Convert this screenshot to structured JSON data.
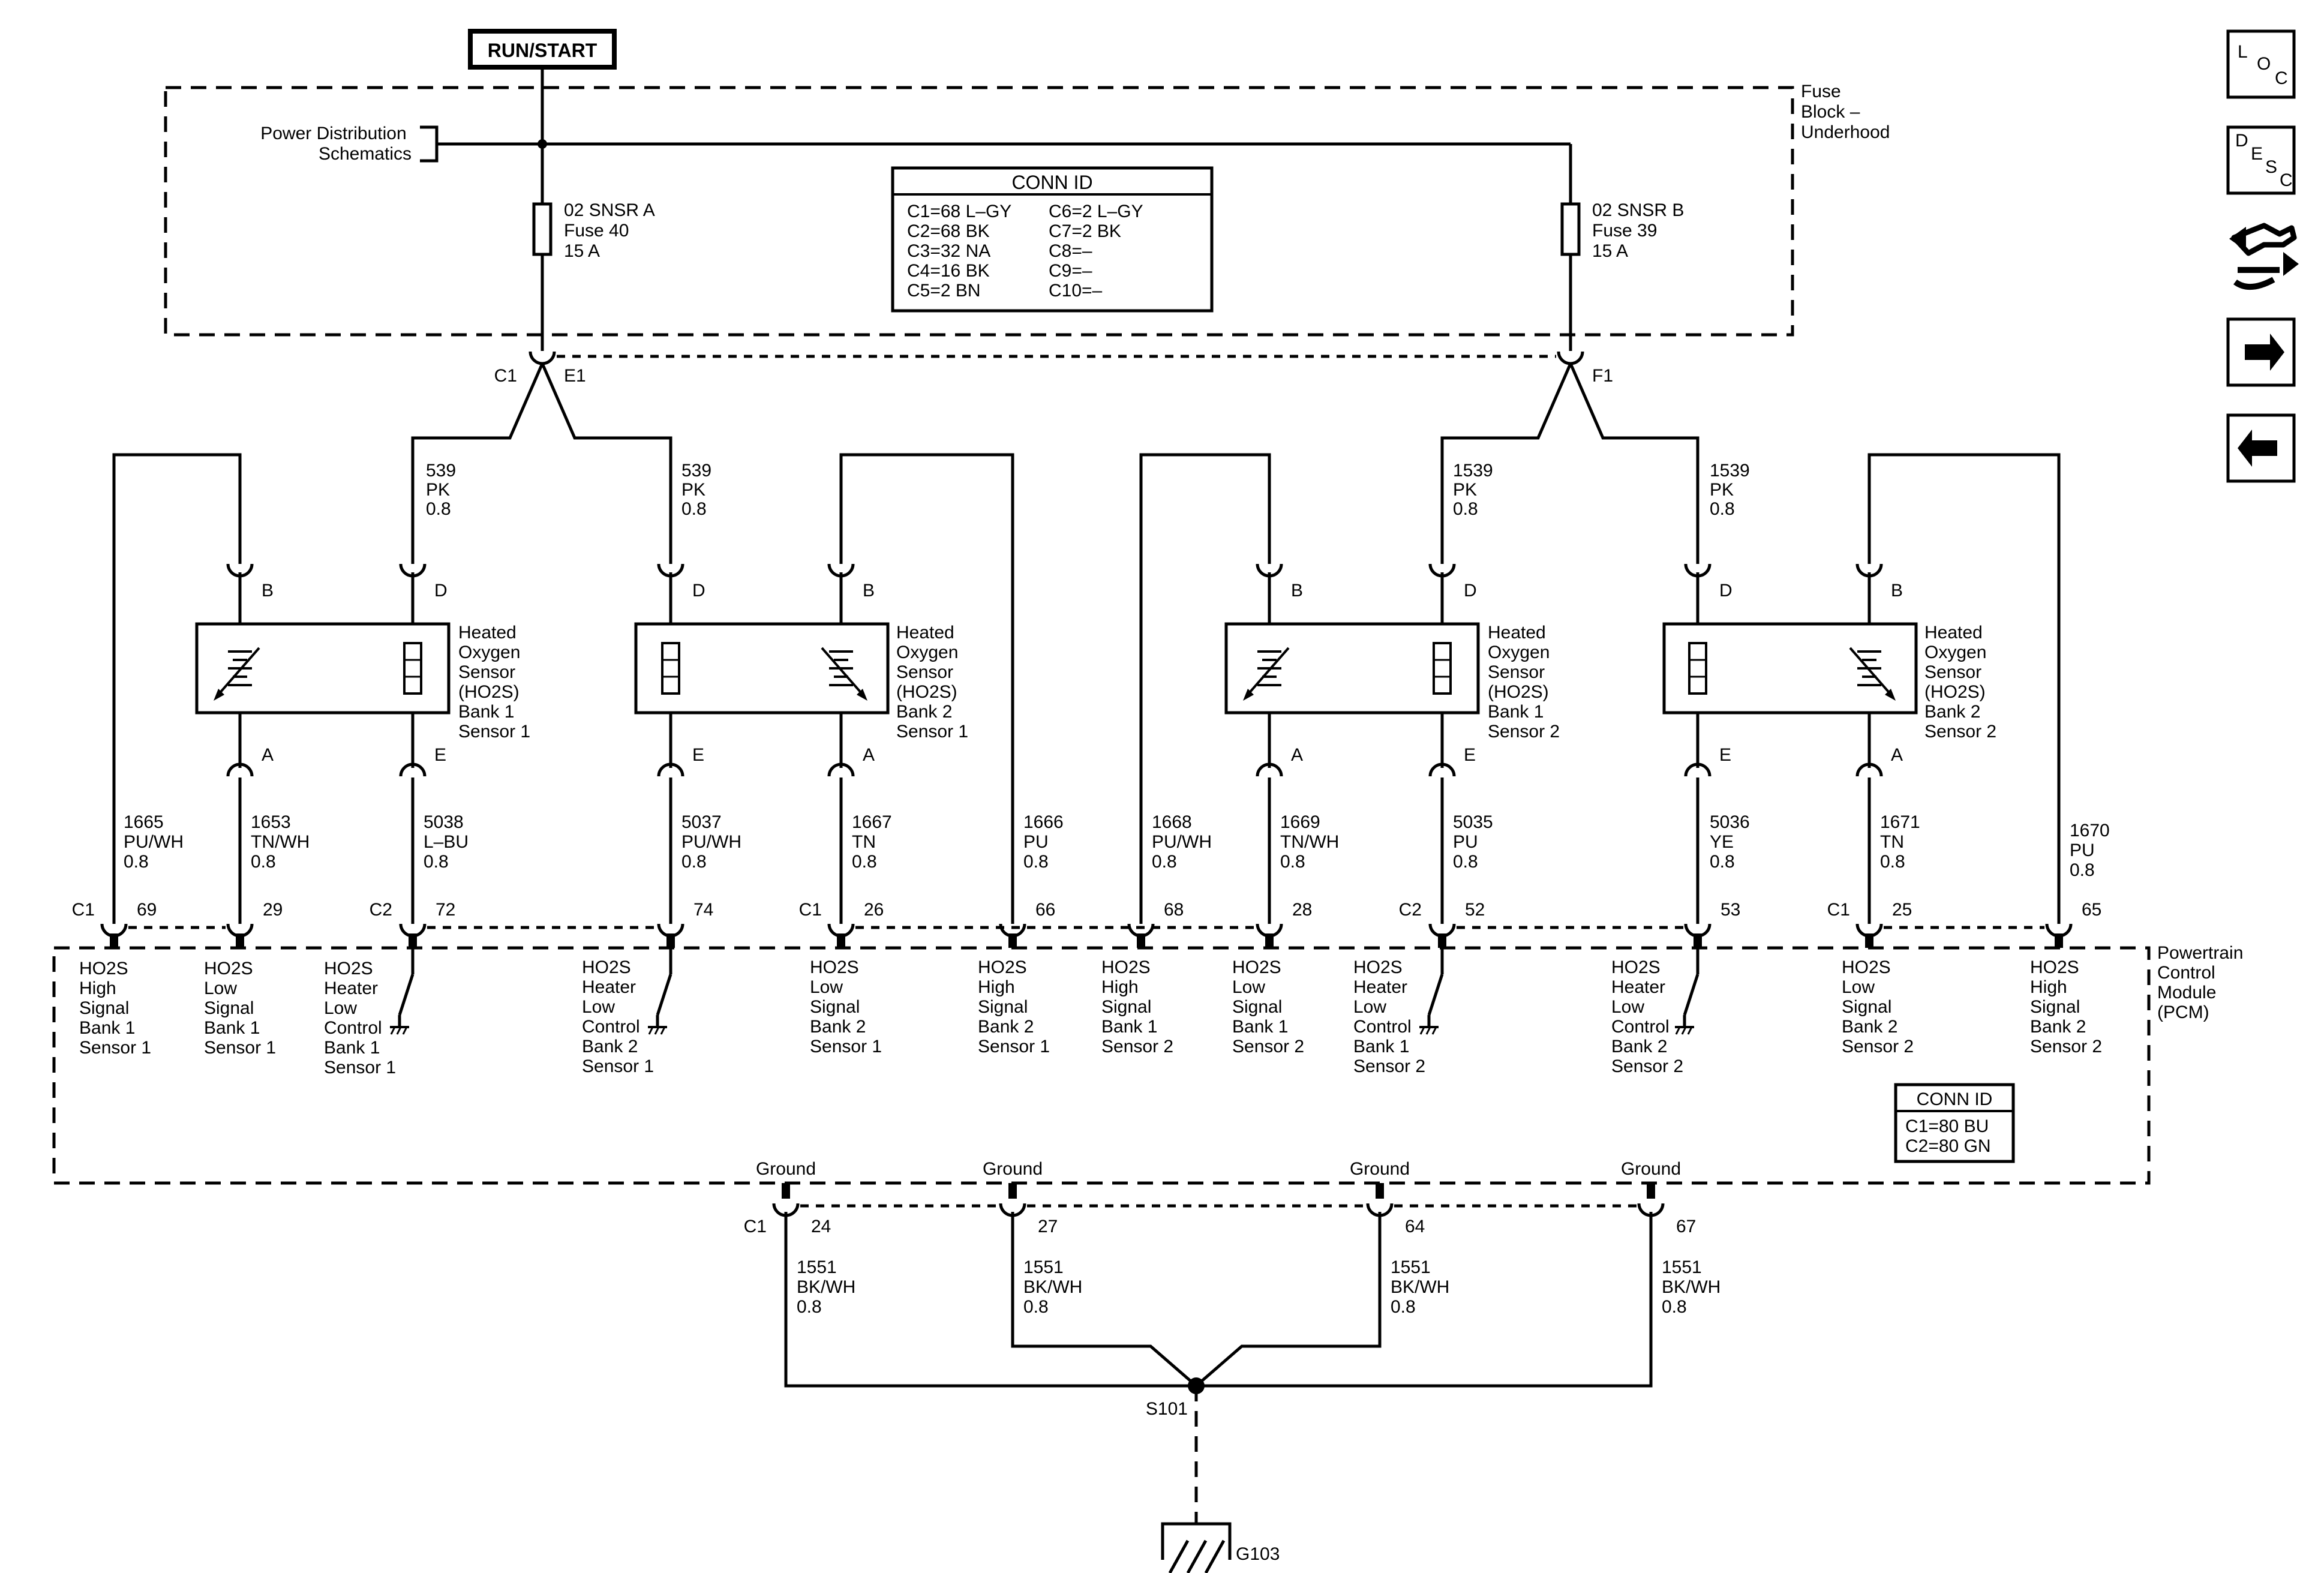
{
  "power_source": "RUN/START",
  "fuse_block": {
    "title": [
      "Fuse",
      "Block –",
      "Underhood"
    ],
    "pd_ref": [
      "Power Distribution",
      "Schematics"
    ],
    "fuse_a": [
      "02 SNSR A",
      "Fuse 40",
      "15 A"
    ],
    "fuse_b": [
      "02 SNSR B",
      "Fuse 39",
      "15 A"
    ],
    "conn_c1": "C1",
    "conn_e1": "E1",
    "conn_f1": "F1",
    "conn_id": {
      "title": "CONN ID",
      "col1": [
        "C1=68 L–GY",
        "C2=68 BK",
        "C3=32 NA",
        "C4=16 BK",
        "C5=2 BN"
      ],
      "col2": [
        "C6=2 L–GY",
        "C7=2 BK",
        "C8=–",
        "C9=–",
        "C10=–"
      ]
    }
  },
  "supply_wires": [
    [
      "539",
      "PK",
      "0.8"
    ],
    [
      "539",
      "PK",
      "0.8"
    ],
    [
      "1539",
      "PK",
      "0.8"
    ],
    [
      "1539",
      "PK",
      "0.8"
    ]
  ],
  "sensors": [
    {
      "name": [
        "Heated",
        "Oxygen",
        "Sensor",
        "(HO2S)",
        "Bank 1",
        "Sensor 1"
      ],
      "pins": [
        "B",
        "D",
        "A",
        "E"
      ]
    },
    {
      "name": [
        "Heated",
        "Oxygen",
        "Sensor",
        "(HO2S)",
        "Bank 2",
        "Sensor 1"
      ],
      "pins": [
        "D",
        "B",
        "E",
        "A"
      ]
    },
    {
      "name": [
        "Heated",
        "Oxygen",
        "Sensor",
        "(HO2S)",
        "Bank 1",
        "Sensor 2"
      ],
      "pins": [
        "B",
        "D",
        "A",
        "E"
      ]
    },
    {
      "name": [
        "Heated",
        "Oxygen",
        "Sensor",
        "(HO2S)",
        "Bank 2",
        "Sensor 2"
      ],
      "pins": [
        "D",
        "B",
        "E",
        "A"
      ]
    }
  ],
  "signal_wires": [
    [
      "1665",
      "PU/WH",
      "0.8"
    ],
    [
      "1653",
      "TN/WH",
      "0.8"
    ],
    [
      "5038",
      "L–BU",
      "0.8"
    ],
    [
      "5037",
      "PU/WH",
      "0.8"
    ],
    [
      "1667",
      "TN",
      "0.8"
    ],
    [
      "1666",
      "PU",
      "0.8"
    ],
    [
      "1668",
      "PU/WH",
      "0.8"
    ],
    [
      "1669",
      "TN/WH",
      "0.8"
    ],
    [
      "5035",
      "PU",
      "0.8"
    ],
    [
      "5036",
      "YE",
      "0.8"
    ],
    [
      "1671",
      "TN",
      "0.8"
    ],
    [
      "1670",
      "PU",
      "0.8"
    ]
  ],
  "pcm_connectors": [
    "C1",
    "C2",
    "C1",
    "C2",
    "C1"
  ],
  "pcm_pins": [
    "69",
    "29",
    "72",
    "74",
    "26",
    "66",
    "68",
    "28",
    "52",
    "53",
    "25",
    "65"
  ],
  "pcm_functions": [
    [
      "HO2S",
      "High",
      "Signal",
      "Bank 1",
      "Sensor 1"
    ],
    [
      "HO2S",
      "Low",
      "Signal",
      "Bank 1",
      "Sensor 1"
    ],
    [
      "HO2S",
      "Heater",
      "Low",
      "Control",
      "Bank 1",
      "Sensor 1"
    ],
    [
      "HO2S",
      "Heater",
      "Low",
      "Control",
      "Bank 2",
      "Sensor 1"
    ],
    [
      "HO2S",
      "Low",
      "Signal",
      "Bank 2",
      "Sensor 1"
    ],
    [
      "HO2S",
      "High",
      "Signal",
      "Bank 2",
      "Sensor 1"
    ],
    [
      "HO2S",
      "High",
      "Signal",
      "Bank 1",
      "Sensor 2"
    ],
    [
      "HO2S",
      "Low",
      "Signal",
      "Bank 1",
      "Sensor 2"
    ],
    [
      "HO2S",
      "Heater",
      "Low",
      "Control",
      "Bank 1",
      "Sensor 2"
    ],
    [
      "HO2S",
      "Heater",
      "Low",
      "Control",
      "Bank 2",
      "Sensor 2"
    ],
    [
      "HO2S",
      "Low",
      "Signal",
      "Bank 2",
      "Sensor 2"
    ],
    [
      "HO2S",
      "High",
      "Signal",
      "Bank 2",
      "Sensor 2"
    ]
  ],
  "pcm": {
    "title": [
      "Powertrain",
      "Control",
      "Module",
      "(PCM)"
    ],
    "conn_id": {
      "title": "CONN ID",
      "rows": [
        "C1=80 BU",
        "C2=80 GN"
      ]
    }
  },
  "grounds": {
    "label": "Ground",
    "connector": "C1",
    "pins": [
      "24",
      "27",
      "64",
      "67"
    ],
    "wire": [
      "1551",
      "BK/WH",
      "0.8"
    ],
    "splice": "S101",
    "ground_point": "G103"
  },
  "nav": {
    "loc": [
      "L",
      "O",
      "C"
    ],
    "desc": [
      "D",
      "E",
      "S",
      "C"
    ]
  }
}
